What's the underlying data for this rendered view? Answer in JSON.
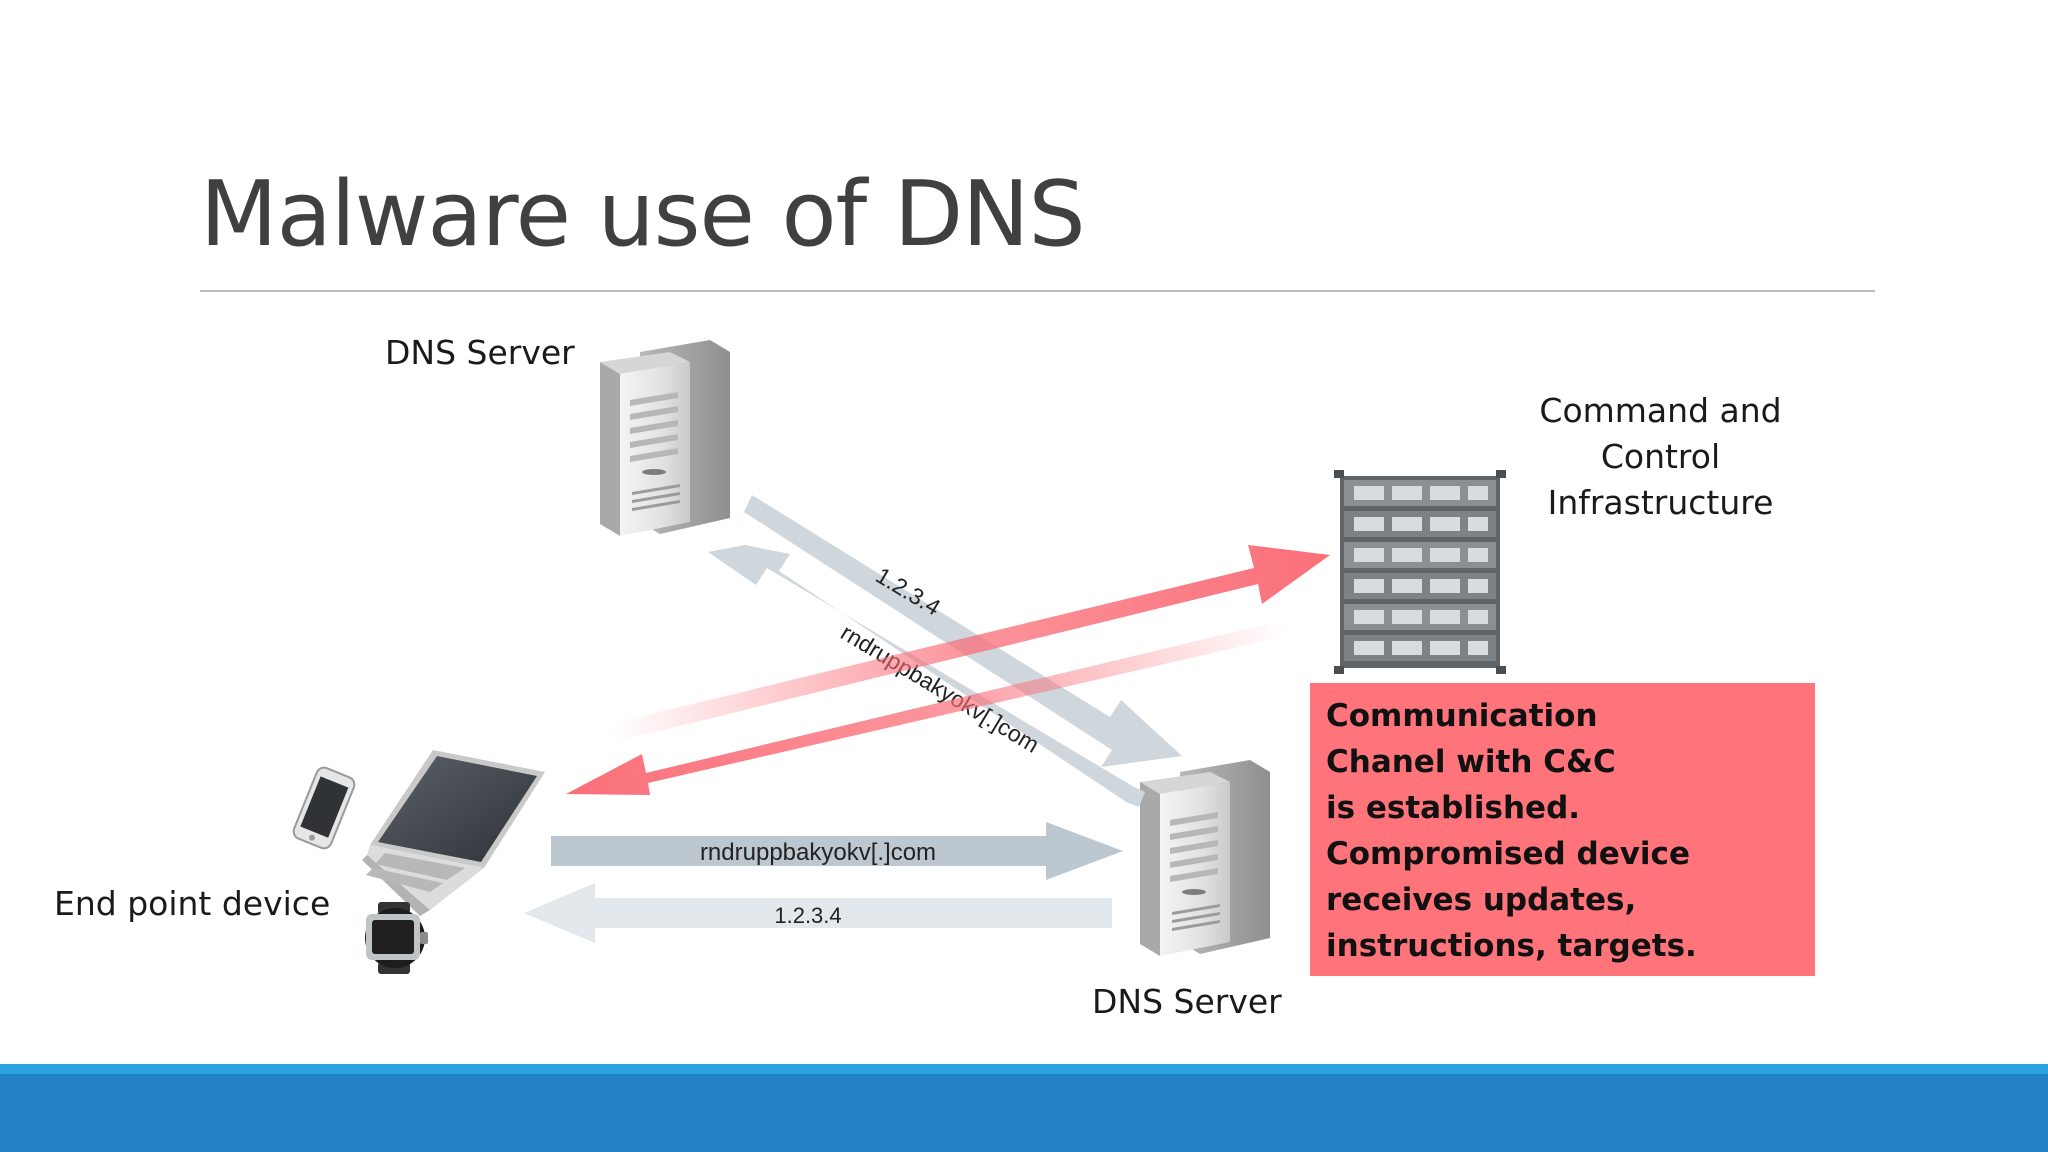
{
  "slide": {
    "title": "Malware use of DNS"
  },
  "labels": {
    "dns_server_top": "DNS Server",
    "dns_server_bottom": "DNS Server",
    "endpoint_device": "End point device",
    "cnc_infrastructure": "Command and Control Infrastructure"
  },
  "arrows": {
    "diag_query": "rndruppbakyokv[.]com",
    "diag_reply": "1.2.3.4",
    "horiz_query": "rndruppbakyokv[.]com",
    "horiz_reply": "1.2.3.4"
  },
  "callout": {
    "lines": [
      "Communication",
      "Chanel with C&C",
      "is established.",
      "Compromised device",
      "receives updates,",
      "instructions, targets."
    ]
  },
  "colors": {
    "grey_arrow": "#cfd6dc",
    "grey_arrow_dark": "#bcc7d0",
    "red_arrow": "#fa6f79",
    "callout_bg": "#ff737b",
    "bottom_bar": "#2481c5",
    "bottom_bar_accent": "#2ba3e0"
  },
  "icons": {
    "server": "server-tower-icon",
    "rack": "server-rack-icon",
    "laptop": "laptop-icon",
    "phone": "smartphone-icon",
    "watch": "smartwatch-icon"
  }
}
